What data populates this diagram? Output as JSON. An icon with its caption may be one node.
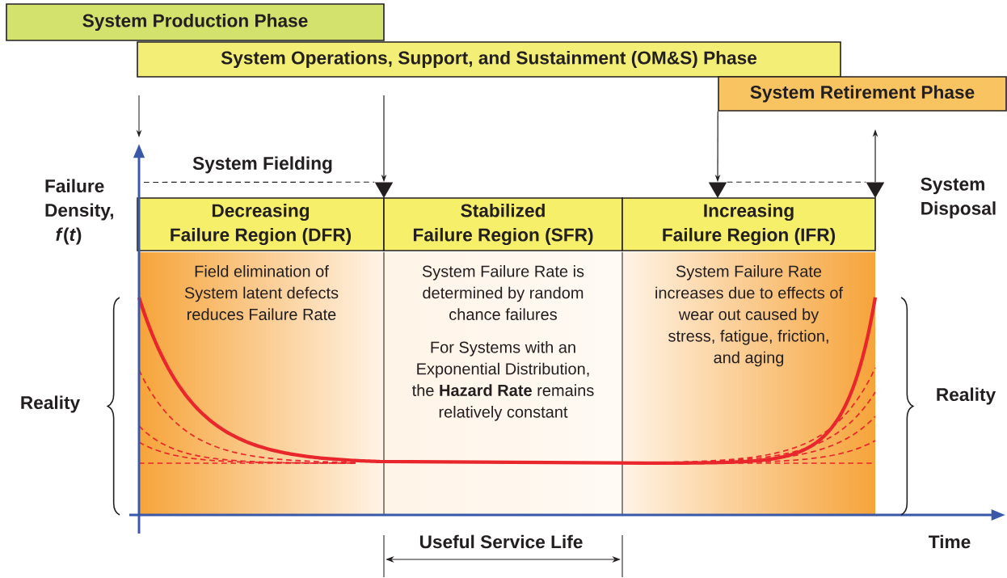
{
  "diagram": {
    "nodes": [
      {
        "text": [
          "System Production Phase"
        ]
      },
      {
        "text": [
          "System Operations, Support, and Sustainment (OM&S) Phase"
        ]
      },
      {
        "text": [
          "System Retirement Phase"
        ]
      },
      {
        "text": [
          "Decreasing Failure Region (DFR)"
        ]
      },
      {
        "text": [
          "Stabilized Failure Region (SFR)"
        ]
      },
      {
        "text": [
          "Increasing Failure Region (IFR)"
        ]
      },
      {
        "text": [
          "Field elimination of System latent defects reduces Failure Rate"
        ]
      },
      {
        "text": [
          "System Failure Rate is determined by random chance failures",
          "For Systems with an Exponential Distribution, the **Hazard Rate** remains relatively constant"
        ]
      },
      {
        "text": [
          "System Failure Rate increases due to effects of wear out caused by stress, fatigue, friction, and aging"
        ]
      },
      {
        "text": [],
        "shape": "triangle"
      },
      {
        "text": [],
        "shape": "triangle"
      },
      {
        "text": [],
        "shape": "triangle"
      }
    ],
    "edges": [
      {
        "from": null,
        "to": 9,
        "arrow": "to"
      },
      {
        "from": 2,
        "to": 10,
        "arrow": "to"
      },
      {
        "from": 11,
        "to": null,
        "arrow": "to"
      },
      {
        "from": null,
        "to": 9,
        "arrow": "none",
        "style": "dashed"
      },
      {
        "from": 10,
        "to": 11,
        "arrow": "none",
        "style": "dashed"
      }
    ],
    "labels": [
      "System Fielding",
      "Failure Density, *f*(*t*)",
      "System Disposal",
      "Reality",
      "Reality",
      "Useful Service Life",
      "Time"
    ]
  }
}
